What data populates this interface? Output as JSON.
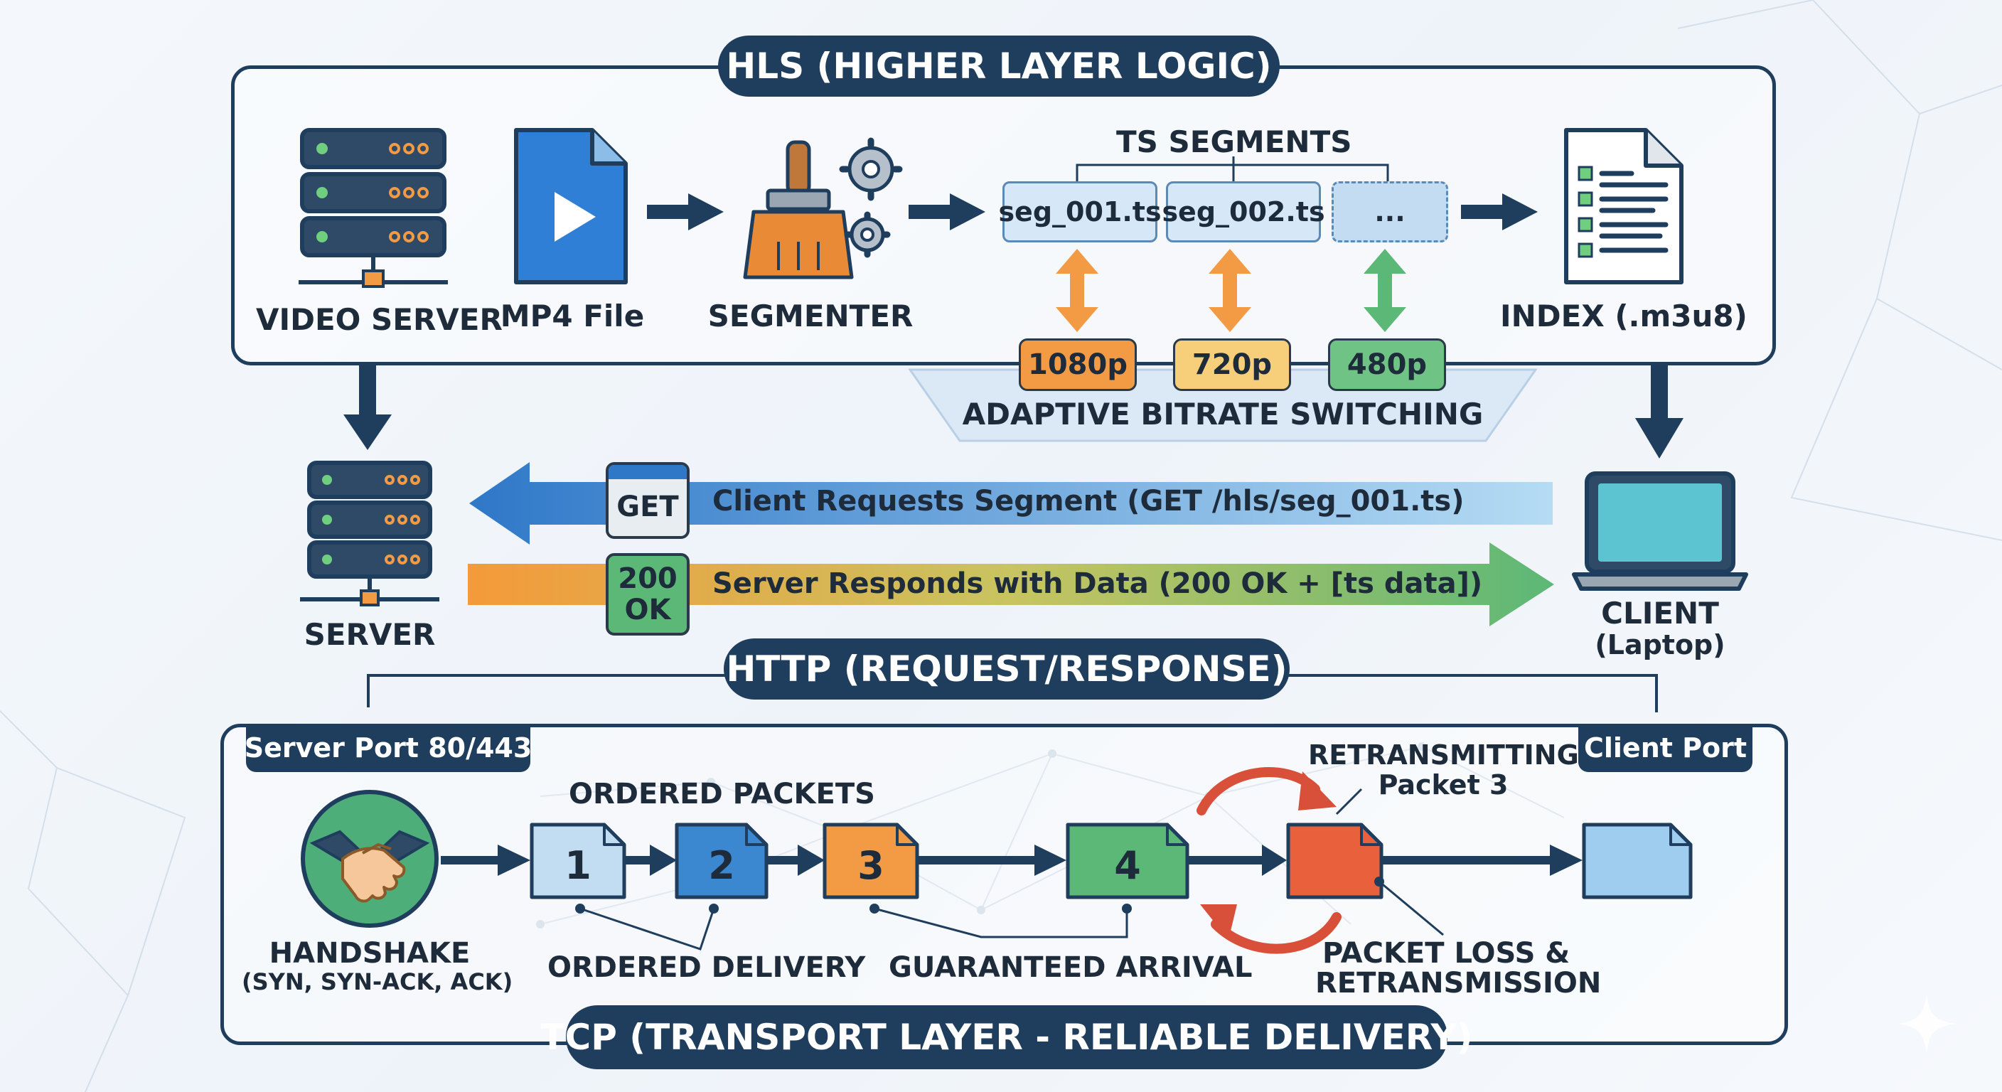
{
  "hls": {
    "title": "HLS (HIGHER LAYER LOGIC)",
    "video_server_label": "VIDEO SERVER",
    "mp4_label": "MP4 File",
    "segmenter_label": "SEGMENTER",
    "ts_segments_label": "TS SEGMENTS",
    "segments": [
      "seg_001.ts",
      "seg_002.ts",
      "..."
    ],
    "resolutions": [
      "1080p",
      "720p",
      "480p"
    ],
    "adaptive_label": "ADAPTIVE BITRATE SWITCHING",
    "index_label": "INDEX (.m3u8)"
  },
  "http": {
    "title": "HTTP (REQUEST/RESPONSE)",
    "server_label": "SERVER",
    "client_label": "CLIENT",
    "client_sub": "(Laptop)",
    "get_badge": "GET",
    "get_text": "Client Requests Segment (GET /hls/seg_001.ts)",
    "ok_badge_1": "200",
    "ok_badge_2": "OK",
    "ok_text": "Server Responds with Data (200 OK + [ts data])"
  },
  "tcp": {
    "title": "TCP (TRANSPORT LAYER - RELIABLE DELIVERY)",
    "server_port": "Server Port 80/443",
    "client_port": "Client Port",
    "handshake_label": "HANDSHAKE",
    "handshake_sub": "(SYN, SYN-ACK, ACK)",
    "ordered_packets": "ORDERED PACKETS",
    "packets": [
      "1",
      "2",
      "3",
      "4"
    ],
    "retransmitting_1": "RETRANSMITTING",
    "retransmitting_2": "Packet 3",
    "ordered_delivery": "ORDERED DELIVERY",
    "guaranteed_arrival": "GUARANTEED ARRIVAL",
    "loss_1": "PACKET LOSS &",
    "loss_2": "RETRANSMISSION"
  },
  "colors": {
    "navy": "#1f3d5c",
    "blue": "#3b82c4",
    "orange": "#f29a44",
    "green": "#5cb877",
    "red": "#e8603c",
    "light_blue": "#a9d4f0"
  }
}
